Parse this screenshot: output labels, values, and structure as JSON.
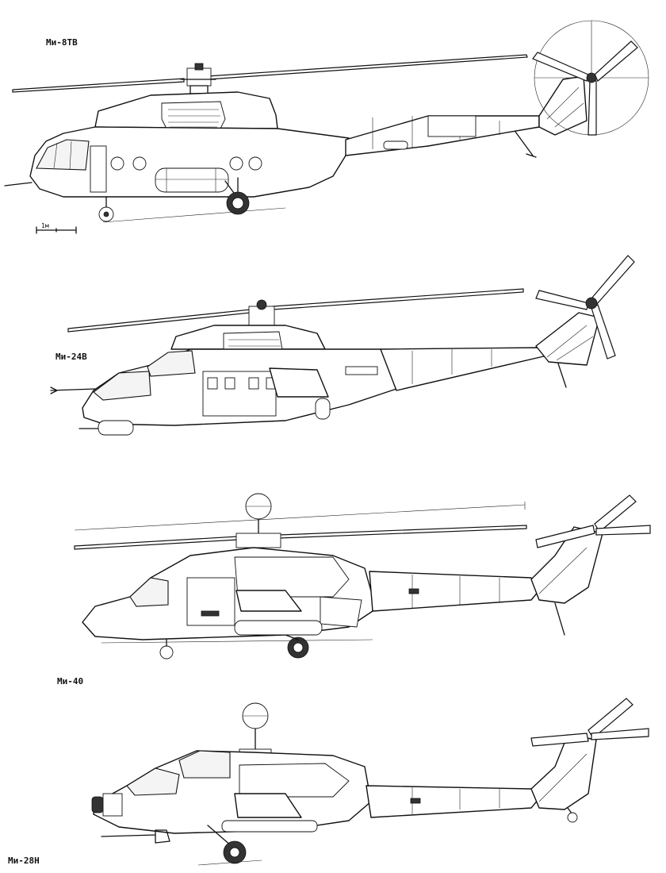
{
  "drawings": [
    {
      "id": "mi8",
      "label": "Ми-8ТВ"
    },
    {
      "id": "mi24",
      "label": "Ми-24В"
    },
    {
      "id": "mi40",
      "label": "Ми-40"
    },
    {
      "id": "mi28",
      "label": "Ми-28Н"
    }
  ],
  "scale": {
    "label": "1м"
  }
}
